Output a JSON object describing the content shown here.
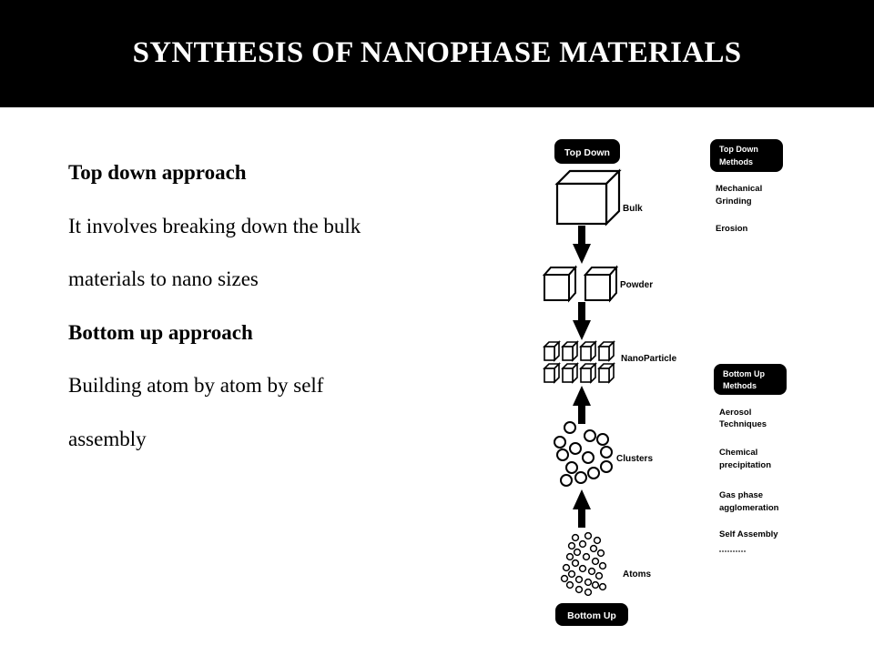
{
  "slide": {
    "title": "SYNTHESIS OF NANOPHASE MATERIALS"
  },
  "content": {
    "top_down_heading": "Top down approach",
    "top_down_line1": "It involves breaking down the bulk",
    "top_down_line2": "materials to nano sizes",
    "bottom_up_heading": "Bottom up approach",
    "bottom_up_line1": "Building atom by atom by self",
    "bottom_up_line2": "assembly"
  },
  "diagram": {
    "top_down_label": "Top Down",
    "bottom_up_label": "Bottom Up",
    "stages": {
      "bulk": "Bulk",
      "powder": "Powder",
      "nanoparticle": "NanoParticle",
      "clusters": "Clusters",
      "atoms": "Atoms"
    },
    "top_down_methods": {
      "title_line1": "Top Down",
      "title_line2": "Methods",
      "items": [
        "Mechanical",
        "Grinding",
        "Erosion"
      ]
    },
    "bottom_up_methods": {
      "title_line1": "Bottom Up",
      "title_line2": "Methods",
      "items": [
        "Aerosol",
        "Techniques",
        "Chemical",
        "precipitation",
        "Gas phase",
        "agglomeration",
        "Self Assembly"
      ]
    }
  }
}
